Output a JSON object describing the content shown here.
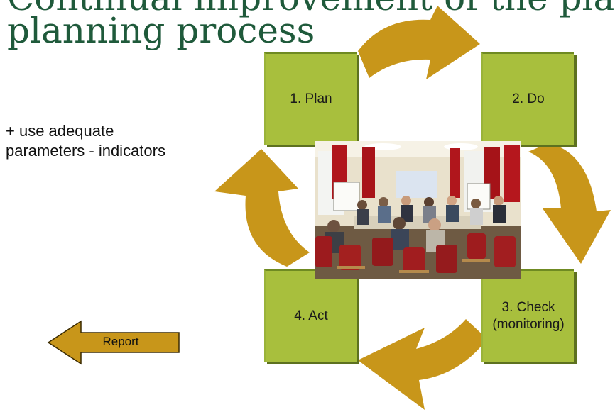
{
  "title": {
    "line1": "Continual improvement of the planning process",
    "line2": "planning process"
  },
  "note": {
    "line1": "+ use adequate",
    "line2": "parameters - indicators"
  },
  "cycle": {
    "steps": [
      {
        "label": "1. Plan"
      },
      {
        "label": "2. Do"
      },
      {
        "label": "3. Check\n(monitoring)"
      },
      {
        "label": "4. Act"
      }
    ]
  },
  "report": {
    "label": "Report"
  },
  "colors": {
    "title": "#1f5a3b",
    "box": "#a8bf3d",
    "arrow": "#c8961a",
    "arrow_outline": "#3a2a00"
  }
}
